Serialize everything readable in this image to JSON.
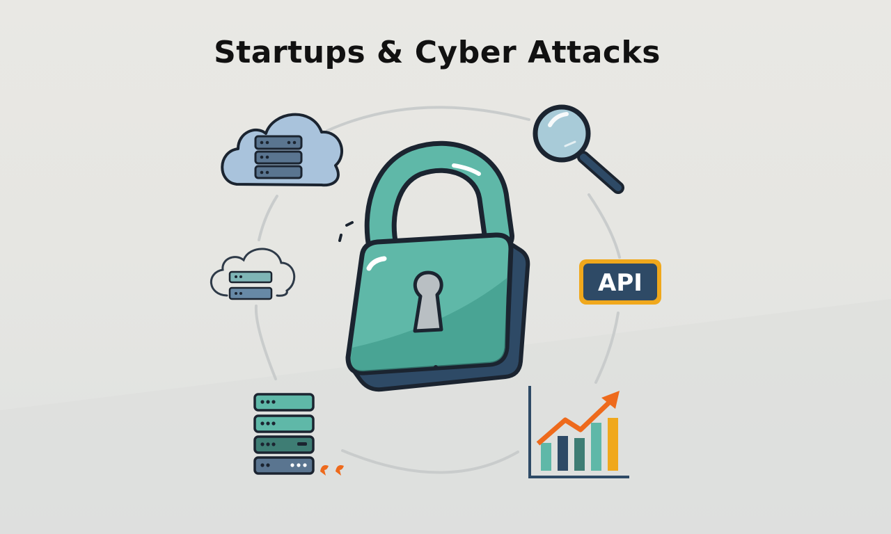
{
  "title": "Startups & Cyber Attacks",
  "api_badge": {
    "label": "API"
  },
  "icons": [
    "cloud-server-icon-large",
    "cloud-server-icon-small",
    "padlock-icon",
    "magnifying-glass-icon",
    "api-badge",
    "server-rack-icon",
    "growth-chart-icon"
  ],
  "colors": {
    "background": "#e7e7e3",
    "teal": "#5fb8a8",
    "teal_dark": "#3e8f80",
    "navy": "#2e4a66",
    "outline": "#1b2430",
    "cloud_fill": "#a9c3dc",
    "orange": "#ee6a1c",
    "gold": "#f0a81c",
    "ring": "#c9cccc"
  }
}
